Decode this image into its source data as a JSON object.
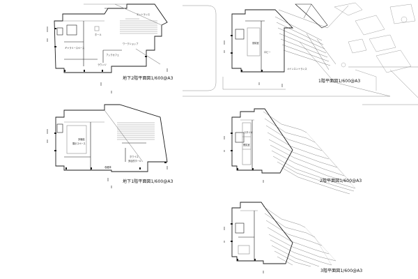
{
  "captions": {
    "b2": "地下2階平面図1/600@A3",
    "b1": "地下1階平面図1/600@A3",
    "f1": "1階平面図1/600@A3",
    "f2": "2階平面図1/600@A3",
    "f3": "3階平面図1/600@A3"
  },
  "labels": {
    "b2_a": "エントランス",
    "b2_b": "ホール",
    "b2_c": "ブックカフェ",
    "b2_d": "ギャラリースペース",
    "b2_e": "ワークショップ",
    "b2_f": "ラウンジ",
    "b1_a": "多機能",
    "b1_b": "展示スペース",
    "b1_c": "ホワイエ",
    "b1_d": "多目的ホール",
    "b1_e": "収蔵庫",
    "f1_a": "風除室",
    "f1_b": "ロビー",
    "f1_c": "メインエントランス",
    "f2_a": "スタジオ",
    "f2_b": "閲覧室"
  },
  "colors": {
    "line": "#1a1a1a",
    "light": "#8a8a8a",
    "faint": "#bdbdbd"
  }
}
